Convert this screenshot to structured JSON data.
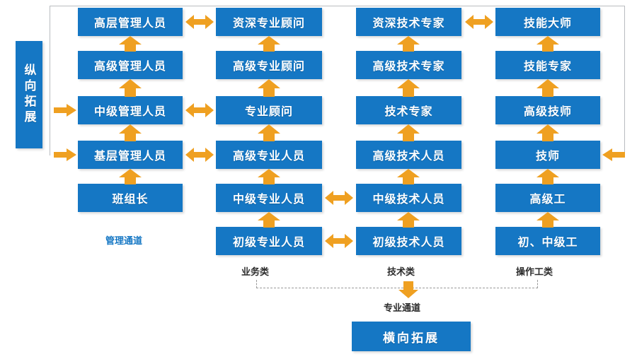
{
  "diagram": {
    "title_vertical": "纵向拓展",
    "bottom_box": "横向拓展",
    "channel_labels": {
      "management": "管理通道",
      "professional": "专业通道"
    },
    "column_captions": [
      {
        "name": "business",
        "label": "业务类"
      },
      {
        "name": "technical",
        "label": "技术类"
      },
      {
        "name": "operator",
        "label": "操作工类"
      }
    ],
    "colors": {
      "box_blue": "#1577c4",
      "arrow_orange": "#efa021",
      "connector_grey": "#b9bcc0",
      "dash_grey": "#9a9a9a",
      "caption_blue": "#1577c4",
      "caption_dark": "#2b2b2b",
      "background": "#ffffff"
    },
    "columns": [
      {
        "name": "management-channel",
        "boxes": [
          "高层管理人员",
          "高级管理人员",
          "中级管理人员",
          "基层管理人员",
          "班组长"
        ]
      },
      {
        "name": "professional-business-channel",
        "boxes": [
          "资深专业顾问",
          "高级专业顾问",
          "专业顾问",
          "高级专业人员",
          "中级专业人员",
          "初级专业人员"
        ]
      },
      {
        "name": "technical-channel",
        "boxes": [
          "资深技术专家",
          "高级技术专家",
          "技术专家",
          "高级技术人员",
          "中级技术人员",
          "初级技术人员"
        ]
      },
      {
        "name": "operator-channel",
        "boxes": [
          "技能大师",
          "技能专家",
          "高级技师",
          "技师",
          "高级工",
          "初、中级工"
        ]
      }
    ]
  }
}
